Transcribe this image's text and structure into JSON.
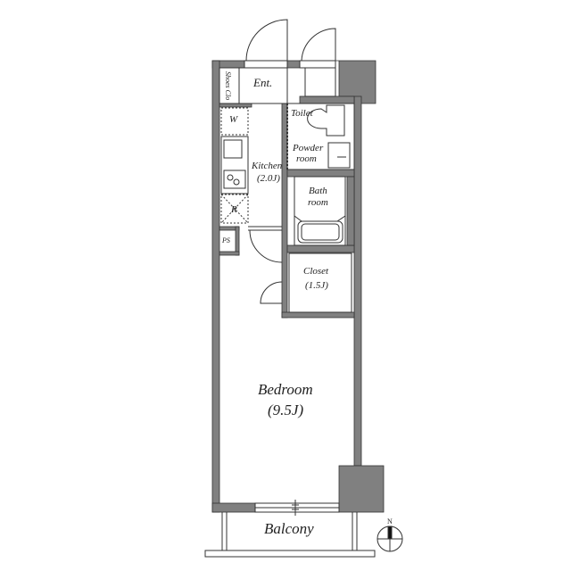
{
  "floorplan": {
    "wall_color": "#808080",
    "line_color": "#333333",
    "rooms": {
      "entrance": {
        "label": "Ent."
      },
      "shoes_closet": {
        "label": "Shoes Clo"
      },
      "washer": {
        "label": "W"
      },
      "refrigerator": {
        "label": "R"
      },
      "kitchen": {
        "label": "Kitchen",
        "area": "(2.0J)"
      },
      "pipe_space": {
        "label": "PS"
      },
      "toilet": {
        "label": "Toilet"
      },
      "powder_room": {
        "label": "Powder",
        "label2": "room"
      },
      "bathroom": {
        "label": "Bath",
        "label2": "room"
      },
      "closet": {
        "label": "Closet",
        "area": "(1.5J)"
      },
      "bedroom": {
        "label": "Bedroom",
        "area": "(9.5J)"
      },
      "balcony": {
        "label": "Balcony"
      }
    },
    "compass": {
      "label": "N"
    }
  }
}
